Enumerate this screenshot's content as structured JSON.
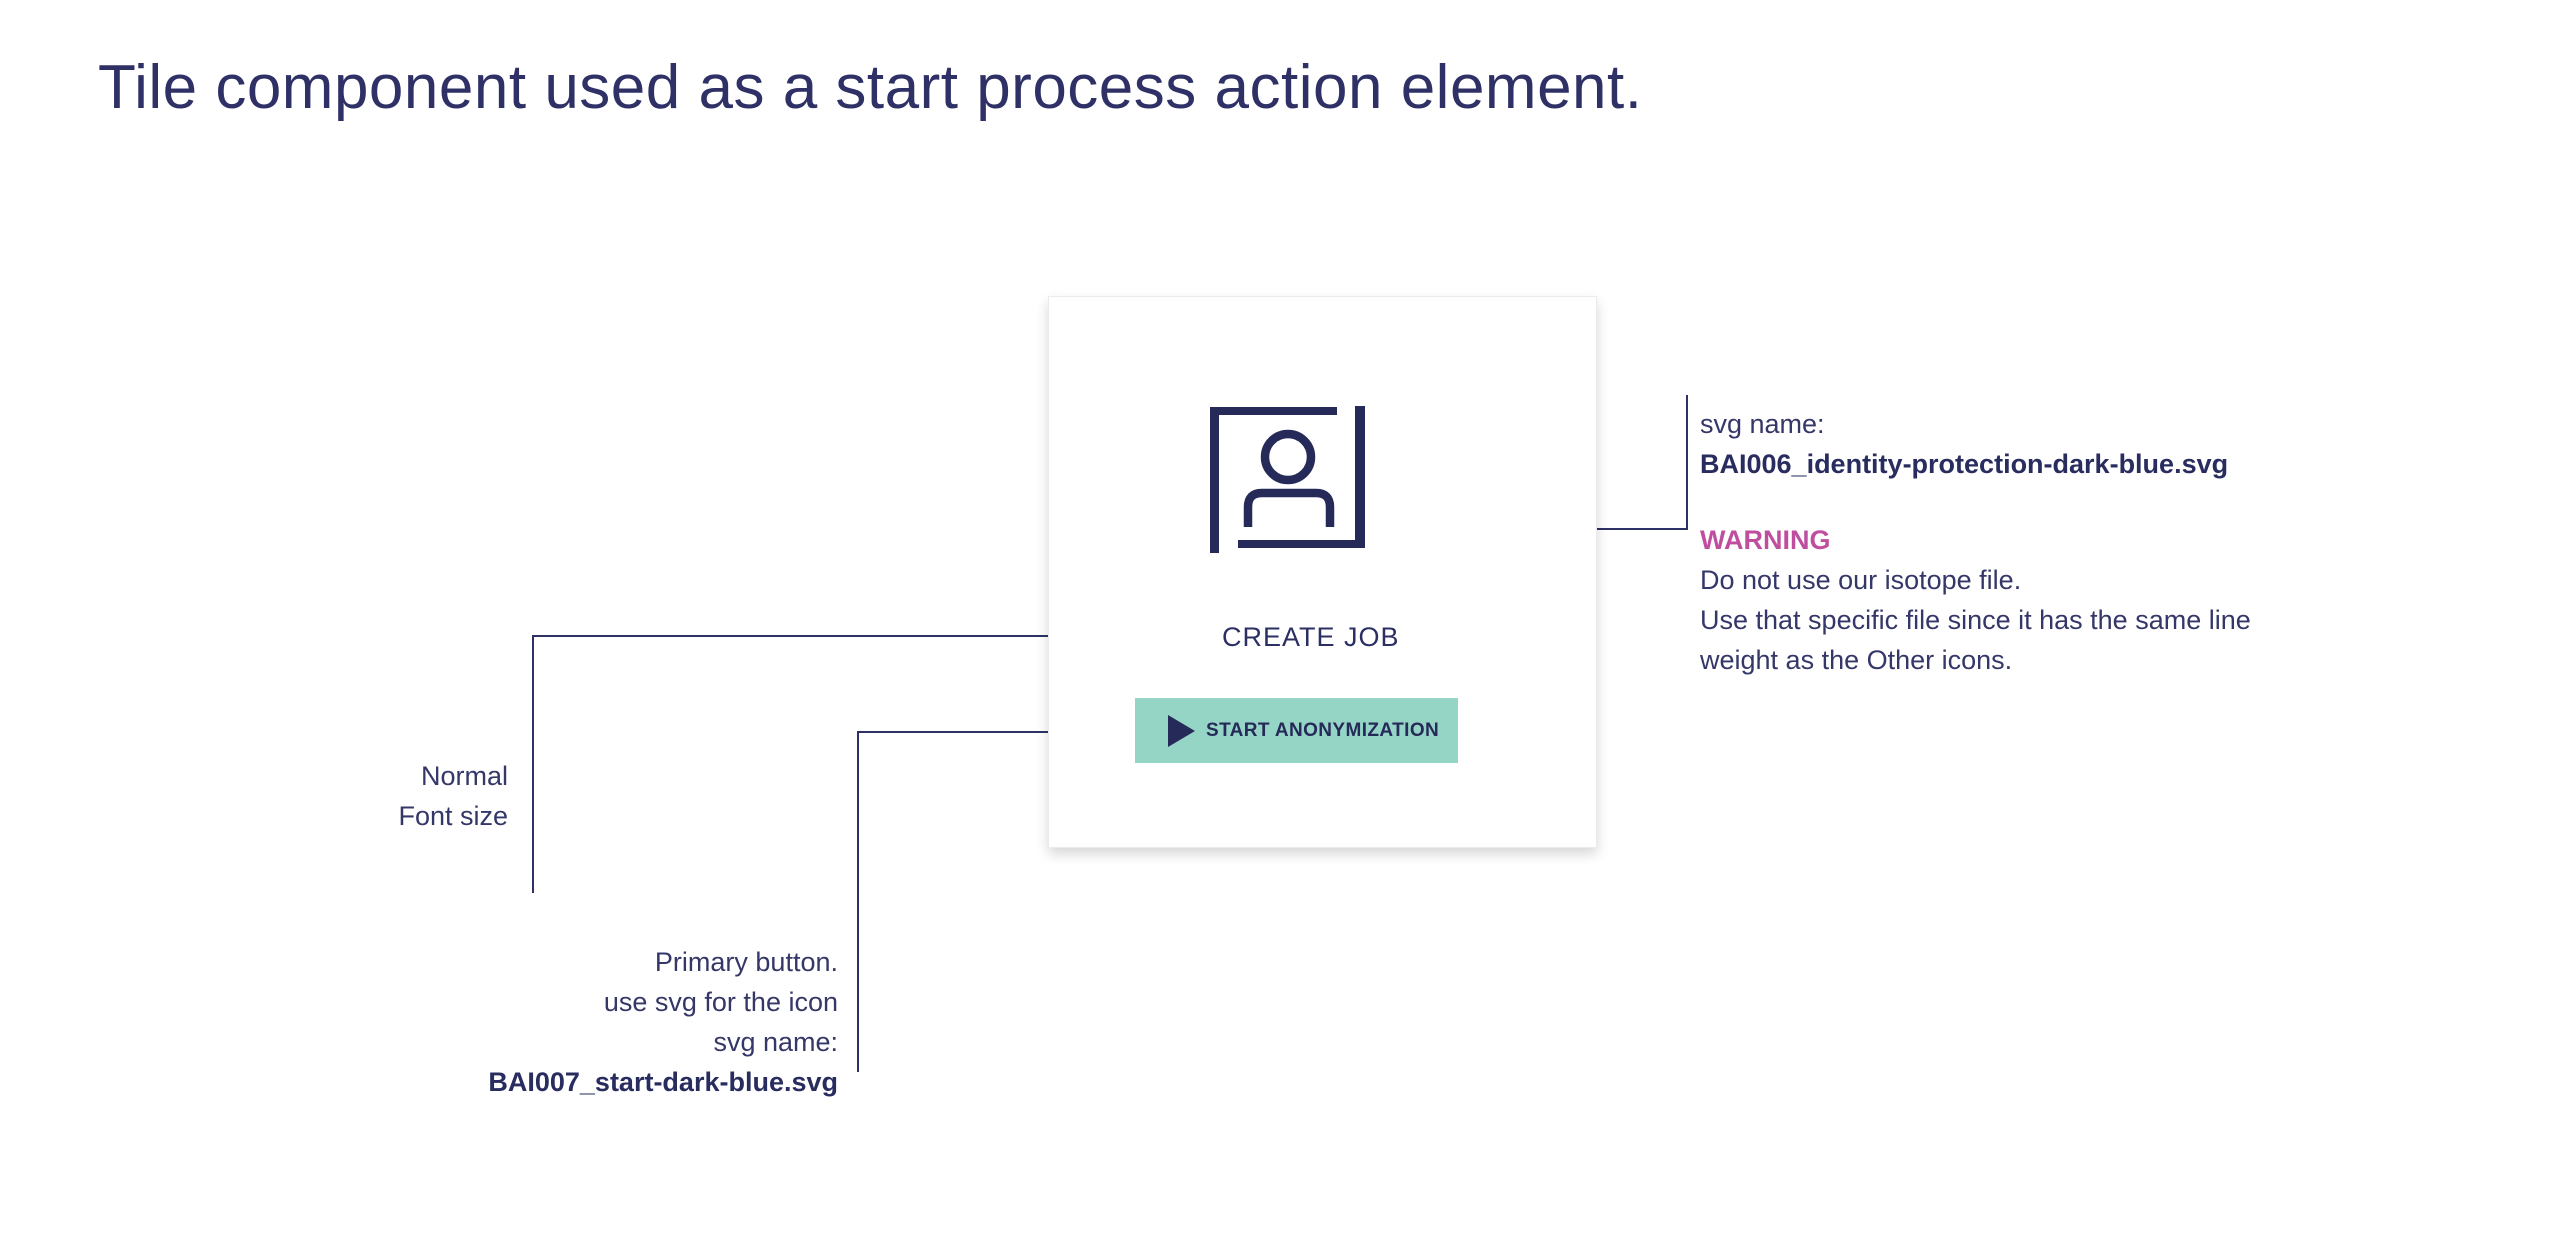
{
  "page": {
    "title": "Tile component used as a start process action element."
  },
  "tile": {
    "label": "CREATE JOB",
    "icon": "identity-protection-icon",
    "button": {
      "label": "START ANONYMIZATION",
      "icon": "play-icon"
    }
  },
  "annotations": {
    "icon_note": {
      "intro": "svg name:",
      "filename": "BAI006_identity-protection-dark-blue.svg",
      "warning_title": "WARNING",
      "warning_lines": [
        "Do not use our isotope file.",
        "Use that specific file since it has the same line",
        "weight as the Other icons."
      ]
    },
    "label_note": {
      "lines": [
        "Normal",
        "Font size"
      ]
    },
    "button_note": {
      "lines": [
        "Primary button.",
        "use svg for the icon",
        "svg name:"
      ],
      "filename": "BAI007_start-dark-blue.svg"
    }
  },
  "colors": {
    "navy": "#2e3166",
    "teal": "#95d5c6",
    "magenta": "#bf4f9e",
    "card_border": "#ebebeb"
  }
}
